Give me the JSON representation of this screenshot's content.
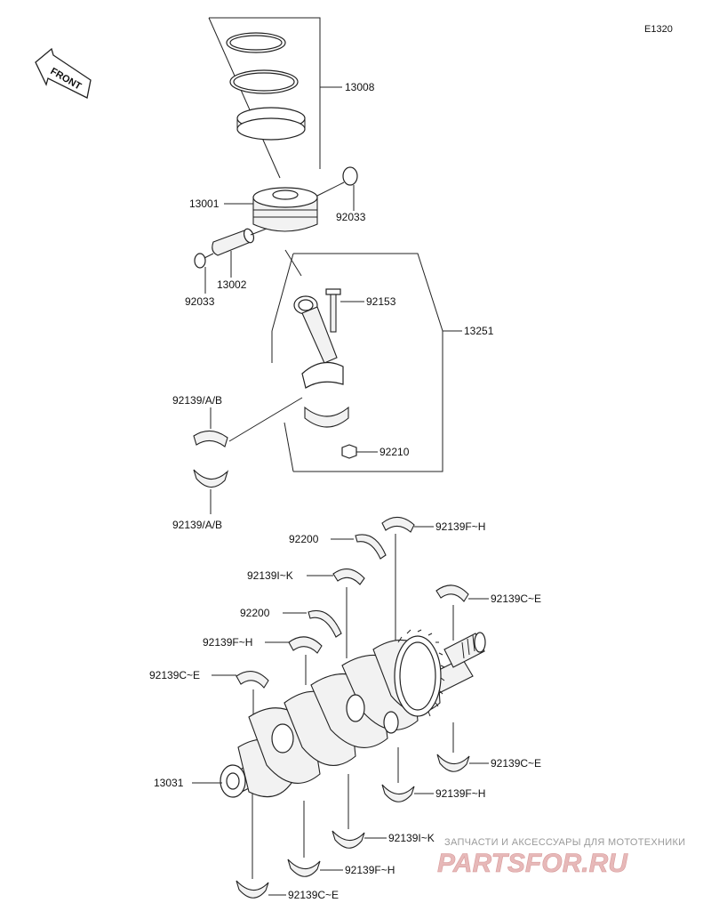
{
  "diagram_code": "E1320",
  "front_label": "FRONT",
  "labels": {
    "piston_ring_set": "13008",
    "piston": "13001",
    "circlip_right": "92033",
    "piston_pin": "13002",
    "circlip_left": "92033",
    "conrod_assy": "13251",
    "conrod_bolt": "92153",
    "conrod_nut": "92210",
    "conrod_bearing_upper": "92139/A/B",
    "conrod_bearing_lower": "92139/A/B",
    "thrust_washer_upper": "92200",
    "thrust_washer_lower": "92200",
    "main_bearing_top_1": "92139F~H",
    "main_bearing_top_2": "92139I~K",
    "main_bearing_top_3": "92139C~E",
    "main_bearing_top_4": "92139F~H",
    "main_bearing_top_5": "92139C~E",
    "crankshaft": "13031",
    "main_bearing_bottom_1": "92139C~E",
    "main_bearing_bottom_2": "92139F~H",
    "main_bearing_bottom_3": "92139I~K",
    "main_bearing_bottom_4": "92139F~H",
    "main_bearing_bottom_5": "92139C~E"
  },
  "watermark": {
    "tagline": "ЗАПЧАСТИ И АКСЕССУАРЫ ДЛЯ МОТОТЕХНИКИ",
    "brand": "PARTSFOR.RU"
  }
}
